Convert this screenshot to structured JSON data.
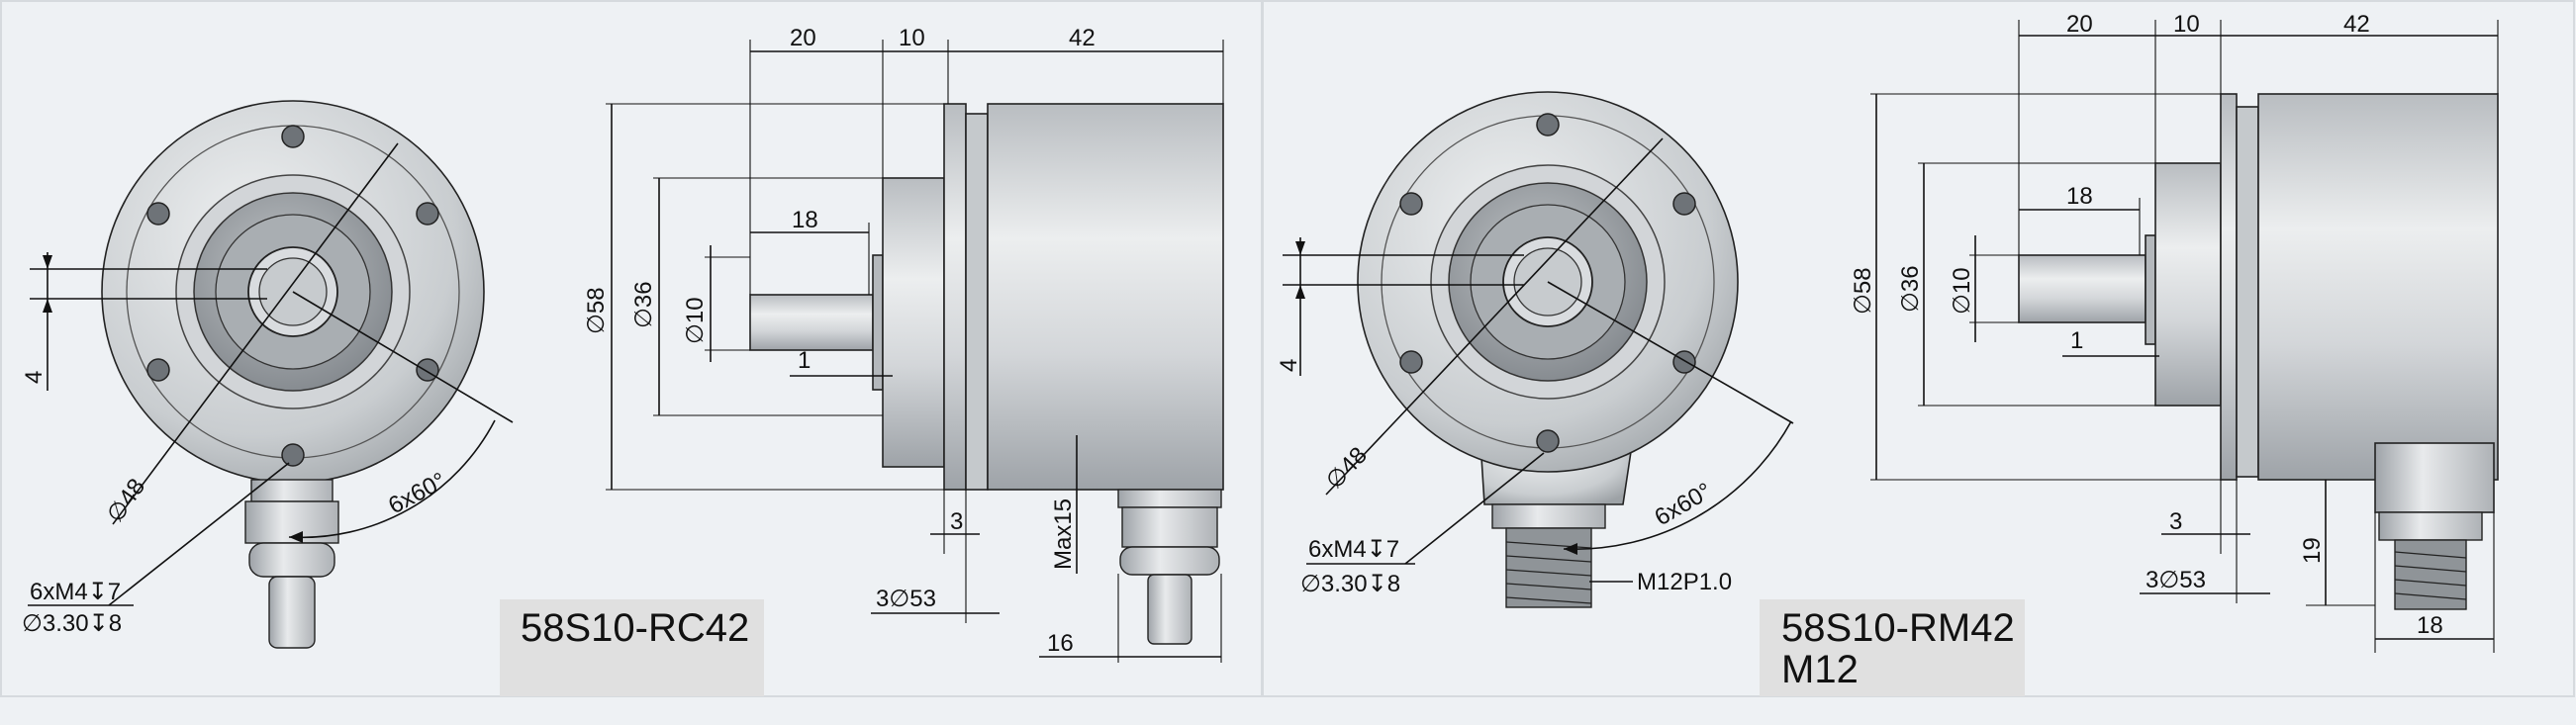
{
  "panels": [
    {
      "model_title_line1": "58S10-RC42",
      "model_title_line2": "",
      "labels": {
        "length_shaft": "20",
        "length_flange": "10",
        "length_body": "42",
        "shaft_flat": "18",
        "dia_body": "∅58",
        "dia_spigot": "∅36",
        "dia_shaft": "∅10",
        "shaft_step": "1",
        "flange_thk": "3",
        "holes_dia": "3∅53",
        "max_gland": "Max15",
        "gland_offset": "16",
        "dim_left": "4",
        "pcd": "∅48",
        "holes_angle": "6x60°",
        "thread": "6xM4↧7",
        "drill": "∅3.30↧8",
        "connector": ""
      }
    },
    {
      "model_title_line1": "58S10-RM42",
      "model_title_line2": "M12",
      "labels": {
        "length_shaft": "20",
        "length_flange": "10",
        "length_body": "42",
        "shaft_flat": "18",
        "dia_body": "∅58",
        "dia_spigot": "∅36",
        "dia_shaft": "∅10",
        "shaft_step": "1",
        "flange_thk": "3",
        "holes_dia": "3∅53",
        "connector_height": "19",
        "connector_width": "18",
        "dim_left": "4",
        "pcd": "∅48",
        "holes_angle": "6x60°",
        "thread": "6xM4↧7",
        "drill": "∅3.30↧8",
        "connector": "M12P1.0"
      }
    }
  ],
  "colors": {
    "background": "#eef1f4",
    "label_box": "#e0e0e0",
    "body_light": "#e8eaec",
    "body_dark": "#9ea3a8"
  }
}
